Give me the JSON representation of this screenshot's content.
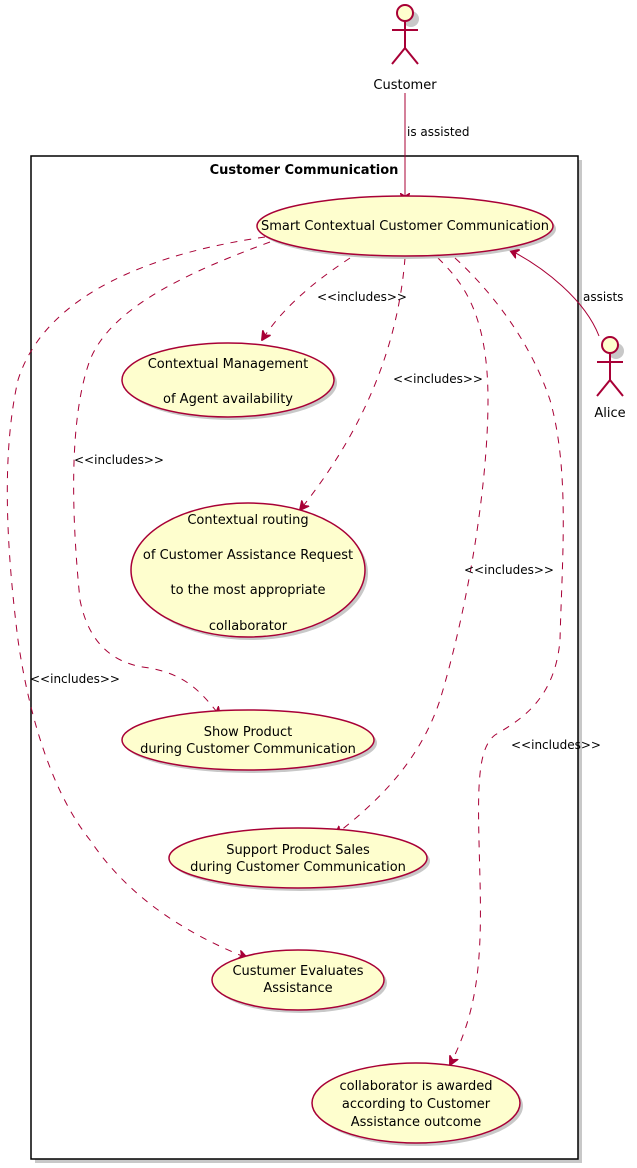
{
  "diagram": {
    "system_title": "Customer Communication",
    "actors": [
      {
        "id": "customer",
        "label": "Customer"
      },
      {
        "id": "alice",
        "label": "Alice"
      }
    ],
    "use_cases": [
      {
        "id": "smart",
        "lines": [
          "Smart Contextual Customer Communication"
        ]
      },
      {
        "id": "agent",
        "lines": [
          "Contextual Management",
          "of Agent availability"
        ]
      },
      {
        "id": "routing",
        "lines": [
          "Contextual routing",
          "of Customer Assistance Request",
          "to the most appropriate",
          "collaborator"
        ]
      },
      {
        "id": "show",
        "lines": [
          "Show Product",
          "during Customer Communication"
        ]
      },
      {
        "id": "sales",
        "lines": [
          "Support Product Sales",
          "during Customer Communication"
        ]
      },
      {
        "id": "evaluates",
        "lines": [
          "Custumer Evaluates",
          "Assistance"
        ]
      },
      {
        "id": "awarded",
        "lines": [
          "collaborator is awarded",
          "according to Customer",
          "Assistance outcome"
        ]
      }
    ],
    "relations": [
      {
        "from": "customer",
        "to": "smart",
        "style": "solid",
        "label": "is assisted"
      },
      {
        "from": "alice",
        "to": "smart",
        "style": "solid",
        "label": "assists"
      },
      {
        "from": "smart",
        "to": "agent",
        "style": "dashed",
        "label": "<<includes>>"
      },
      {
        "from": "smart",
        "to": "routing",
        "style": "dashed",
        "label": "<<includes>>"
      },
      {
        "from": "smart",
        "to": "show",
        "style": "dashed",
        "label": "<<includes>>"
      },
      {
        "from": "smart",
        "to": "sales",
        "style": "dashed",
        "label": "<<includes>>"
      },
      {
        "from": "smart",
        "to": "evaluates",
        "style": "dashed",
        "label": "<<includes>>"
      },
      {
        "from": "smart",
        "to": "awarded",
        "style": "dashed",
        "label": "<<includes>>"
      }
    ]
  }
}
